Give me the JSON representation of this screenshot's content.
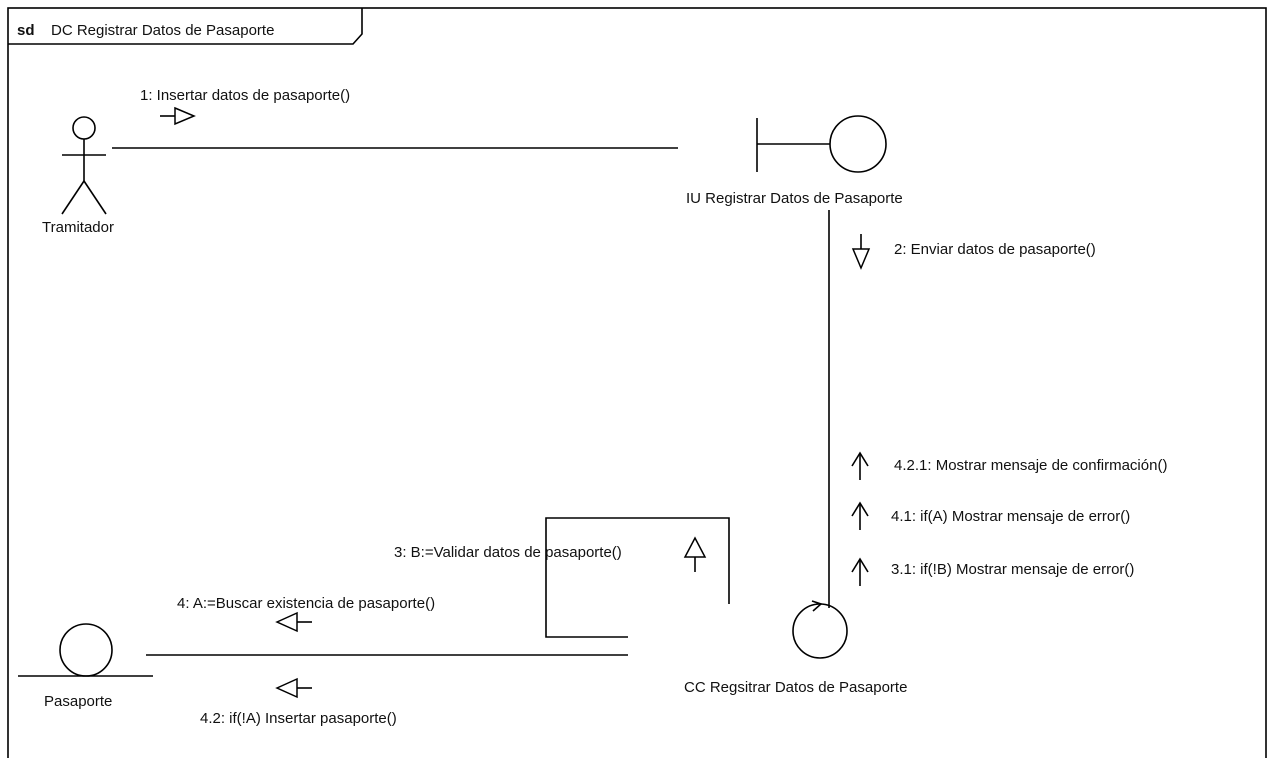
{
  "frame": {
    "keyword": "sd",
    "title": "DC Registrar Datos de Pasaporte"
  },
  "actors": {
    "tramitador": "Tramitador"
  },
  "objects": {
    "boundary": "IU Registrar Datos de Pasaporte",
    "control": "CC Regsitrar Datos de Pasaporte",
    "entity": "Pasaporte"
  },
  "messages": {
    "m1": "1: Insertar datos de pasaporte()",
    "m2": "2: Enviar datos de pasaporte()",
    "m3": "3: B:=Validar datos de pasaporte()",
    "m4": "4: A:=Buscar existencia de pasaporte()",
    "m42": "4.2: if(!A) Insertar pasaporte()",
    "m421": "4.2.1: Mostrar mensaje de confirmación()",
    "m41": "4.1: if(A) Mostrar mensaje de error()",
    "m31": "3.1: if(!B) Mostrar mensaje de error()"
  }
}
